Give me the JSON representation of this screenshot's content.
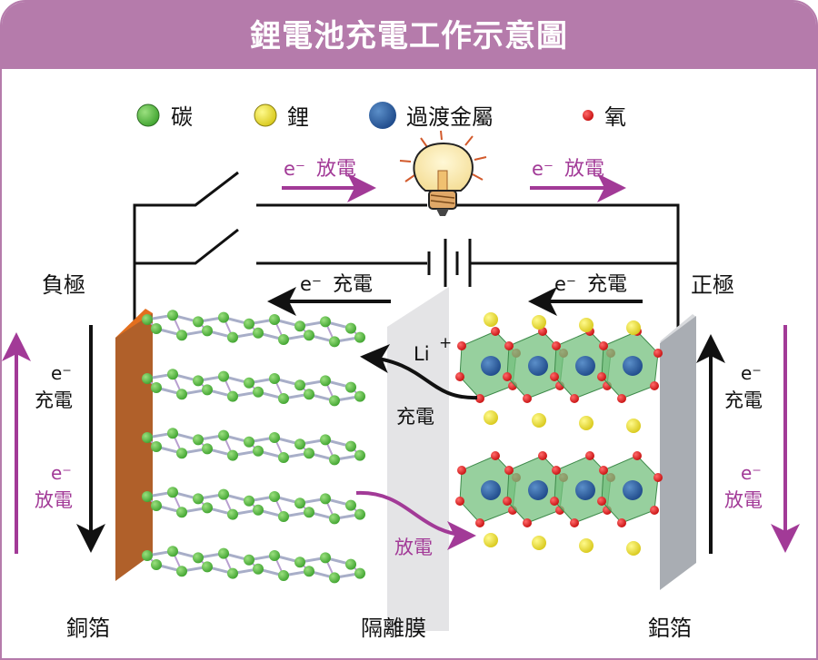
{
  "header": {
    "title": "鋰電池充電工作示意圖"
  },
  "legend": [
    {
      "label": "碳",
      "atom": "carbon",
      "color": "#5cc146"
    },
    {
      "label": "鋰",
      "atom": "lithium",
      "color": "#f2e535"
    },
    {
      "label": "過渡金屬",
      "atom": "transition-metal",
      "color": "#2e4f98"
    },
    {
      "label": "氧",
      "atom": "oxygen",
      "color": "#e02020"
    }
  ],
  "circuit": {
    "discharge_left": {
      "carrier": "e⁻",
      "label": "放電"
    },
    "discharge_right": {
      "carrier": "e⁻",
      "label": "放電"
    },
    "charge_left": {
      "carrier": "e⁻",
      "label": "充電"
    },
    "charge_right": {
      "carrier": "e⁻",
      "label": "充電"
    }
  },
  "electrodes": {
    "negative": {
      "label": "負極",
      "foil": "銅箔",
      "color": "#b0602a"
    },
    "positive": {
      "label": "正極",
      "foil": "鋁箔",
      "color": "#a9adb3"
    }
  },
  "separator": {
    "label": "隔離膜"
  },
  "side_arrows": {
    "left": {
      "charge": {
        "carrier": "e⁻",
        "label": "充電"
      },
      "discharge": {
        "carrier": "e⁻",
        "label": "放電"
      }
    },
    "right": {
      "charge": {
        "carrier": "e⁻",
        "label": "充電"
      },
      "discharge": {
        "carrier": "e⁻",
        "label": "放電"
      }
    }
  },
  "ion": {
    "label": "Li",
    "charge": "+",
    "charge_arrow": "充電",
    "discharge_arrow": "放電"
  },
  "colors": {
    "accent": "#b57bab",
    "discharge": "#a23a97",
    "charge": "#111111"
  }
}
